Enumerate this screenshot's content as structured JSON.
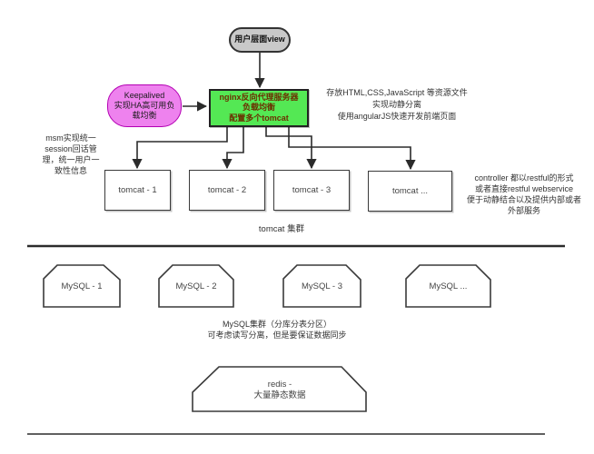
{
  "diagram": {
    "nodes": {
      "user_view": {
        "label": "用户层面view"
      },
      "keepalived": {
        "label": "Keepalived\n实现HA高可用负\n载均衡"
      },
      "nginx": {
        "label": "nginx反向代理服务器\n负载均衡\n配置多个tomcat"
      },
      "tomcats": [
        {
          "label": "tomcat - 1"
        },
        {
          "label": "tomcat - 2"
        },
        {
          "label": "tomcat - 3"
        },
        {
          "label": "tomcat ..."
        }
      ],
      "mysqls": [
        {
          "label": "MySQL - 1"
        },
        {
          "label": "MySQL - 2"
        },
        {
          "label": "MySQL - 3"
        },
        {
          "label": "MySQL ..."
        }
      ],
      "redis": {
        "label": "redis -\n大量静态数据"
      }
    },
    "annotations": {
      "static_resources": "存放HTML,CSS,JavaScript 等资源文件\n实现动静分离\n使用angularJS快速开发前端页面",
      "session": "msm实现统一\nsession回话管\n理，统一用户一\n致性信息",
      "controller": "controller 都以restful的形式\n或者直接restful webservice\n便于动静结合以及提供内部或者\n外部服务",
      "tomcat_cluster": "tomcat 集群",
      "mysql_cluster": "MySQL集群（分库分表分区）\n可考虑读写分离，但是要保证数据同步"
    },
    "colors": {
      "user_view_fill": "#c9c9c9",
      "keepalived_fill": "#ee82ee",
      "keepalived_border": "#b300b3",
      "nginx_fill": "#54e854",
      "nginx_text": "#6b2f00",
      "line": "#2b2b2b"
    }
  }
}
